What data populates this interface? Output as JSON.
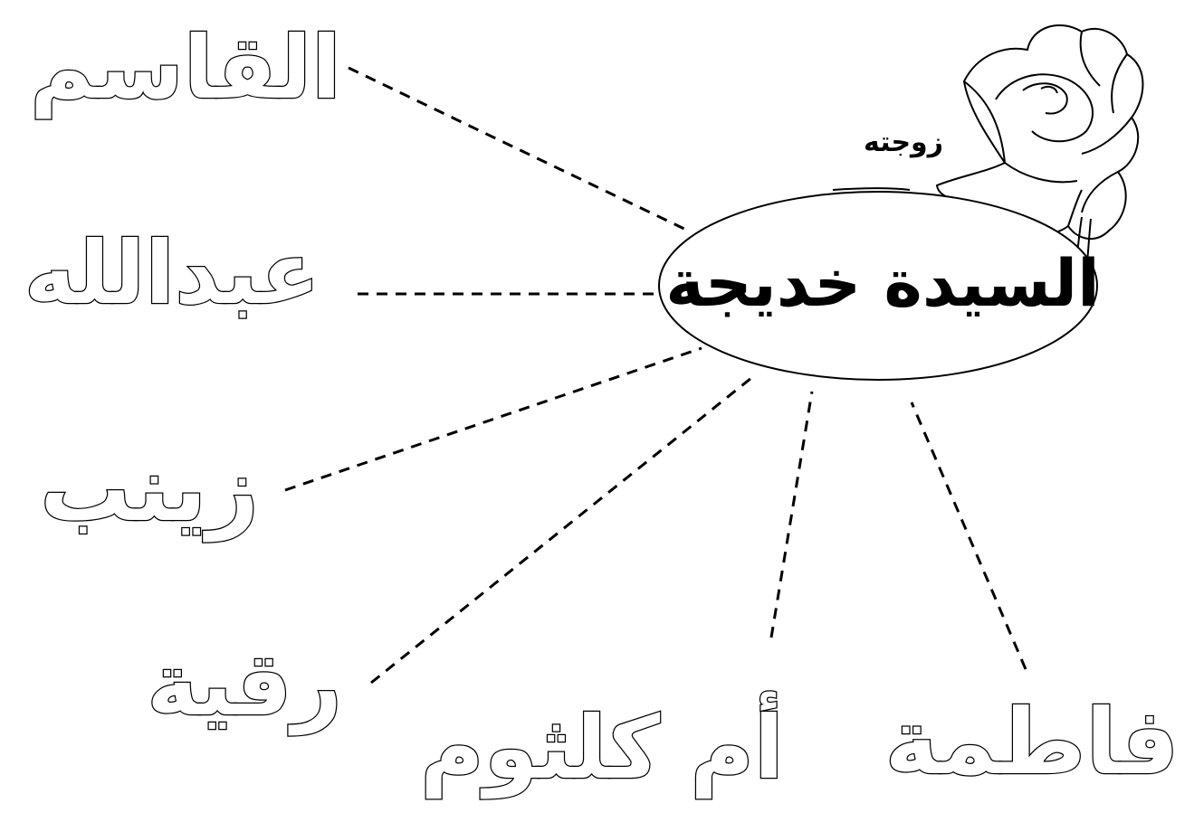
{
  "center": {
    "name": "السيدة خديجة",
    "relation": "زوجته"
  },
  "children": [
    {
      "name": "القاسم"
    },
    {
      "name": "عبدالله"
    },
    {
      "name": "زينب"
    },
    {
      "name": "رقية"
    },
    {
      "name": "أم كلثوم"
    },
    {
      "name": "فاطمة"
    }
  ],
  "decoration": {
    "icon": "rose-icon"
  }
}
